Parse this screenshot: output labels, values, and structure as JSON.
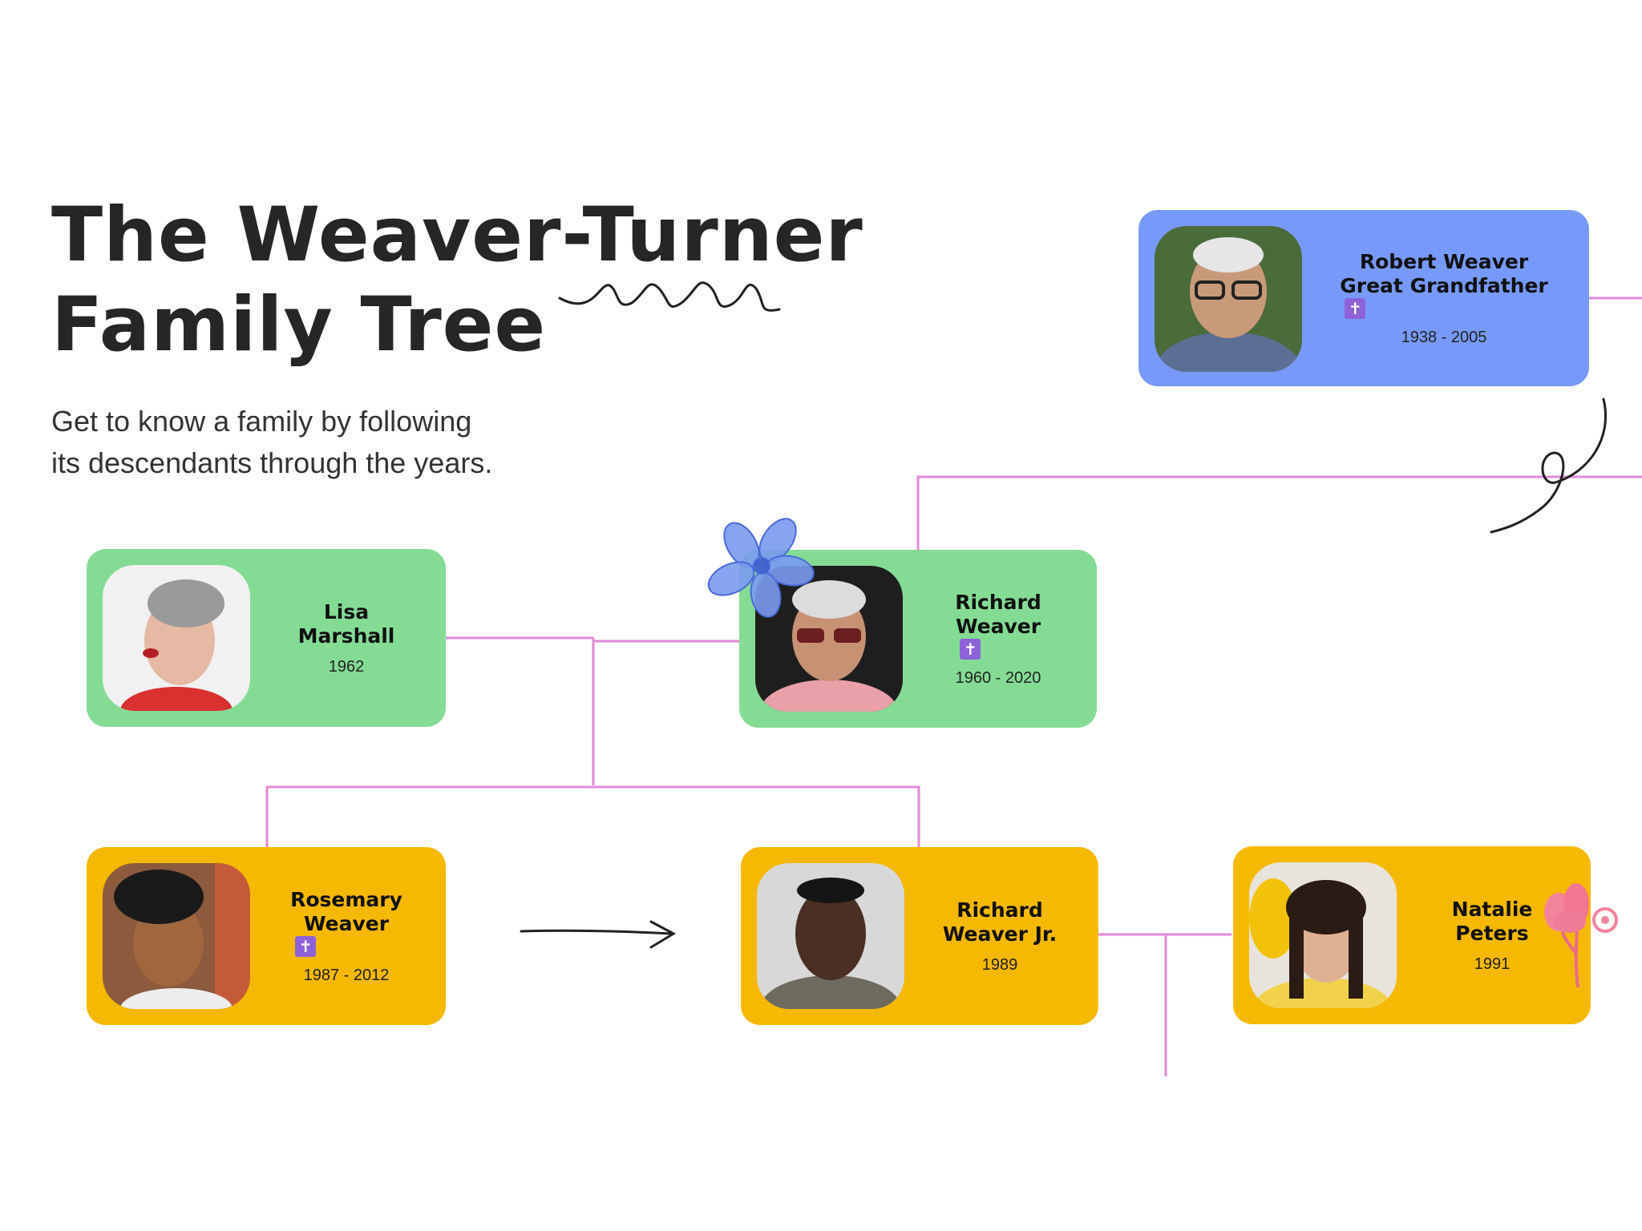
{
  "title": {
    "line1": "The Weaver-Turner",
    "line2": "Family Tree"
  },
  "subtitle": {
    "line1": "Get to know a family by following",
    "line2": "its descendants through the years."
  },
  "colors": {
    "great_grandparent_card": "#779afa",
    "grandparent_card": "#84dc94",
    "parent_card": "#f6b902",
    "connector_line": "#e28ad8",
    "deceased_badge": "#8d62d8"
  },
  "members": {
    "robert": {
      "name_line1": "Robert Weaver",
      "name_line2": "Great Grandfather",
      "years": "1938 - 2005",
      "deceased": true
    },
    "lisa": {
      "name_line1": "Lisa",
      "name_line2": "Marshall",
      "years": "1962",
      "deceased": false
    },
    "richard": {
      "name_line1": "Richard",
      "name_line2": "Weaver",
      "years": "1960 - 2020",
      "deceased": true
    },
    "rosemary": {
      "name_line1": "Rosemary",
      "name_line2": "Weaver",
      "years": "1987 - 2012",
      "deceased": true
    },
    "richard_jr": {
      "name_line1": "Richard",
      "name_line2": "Weaver Jr.",
      "years": "1989",
      "deceased": false
    },
    "natalie": {
      "name_line1": "Natalie",
      "name_line2": "Peters",
      "years": "1991",
      "deceased": false
    }
  },
  "icons": {
    "deceased": "cross-icon",
    "decoration_top": "blue-flower-icon",
    "decoration_right": "pink-flower-icon",
    "arrow": "arrow-right-icon"
  }
}
